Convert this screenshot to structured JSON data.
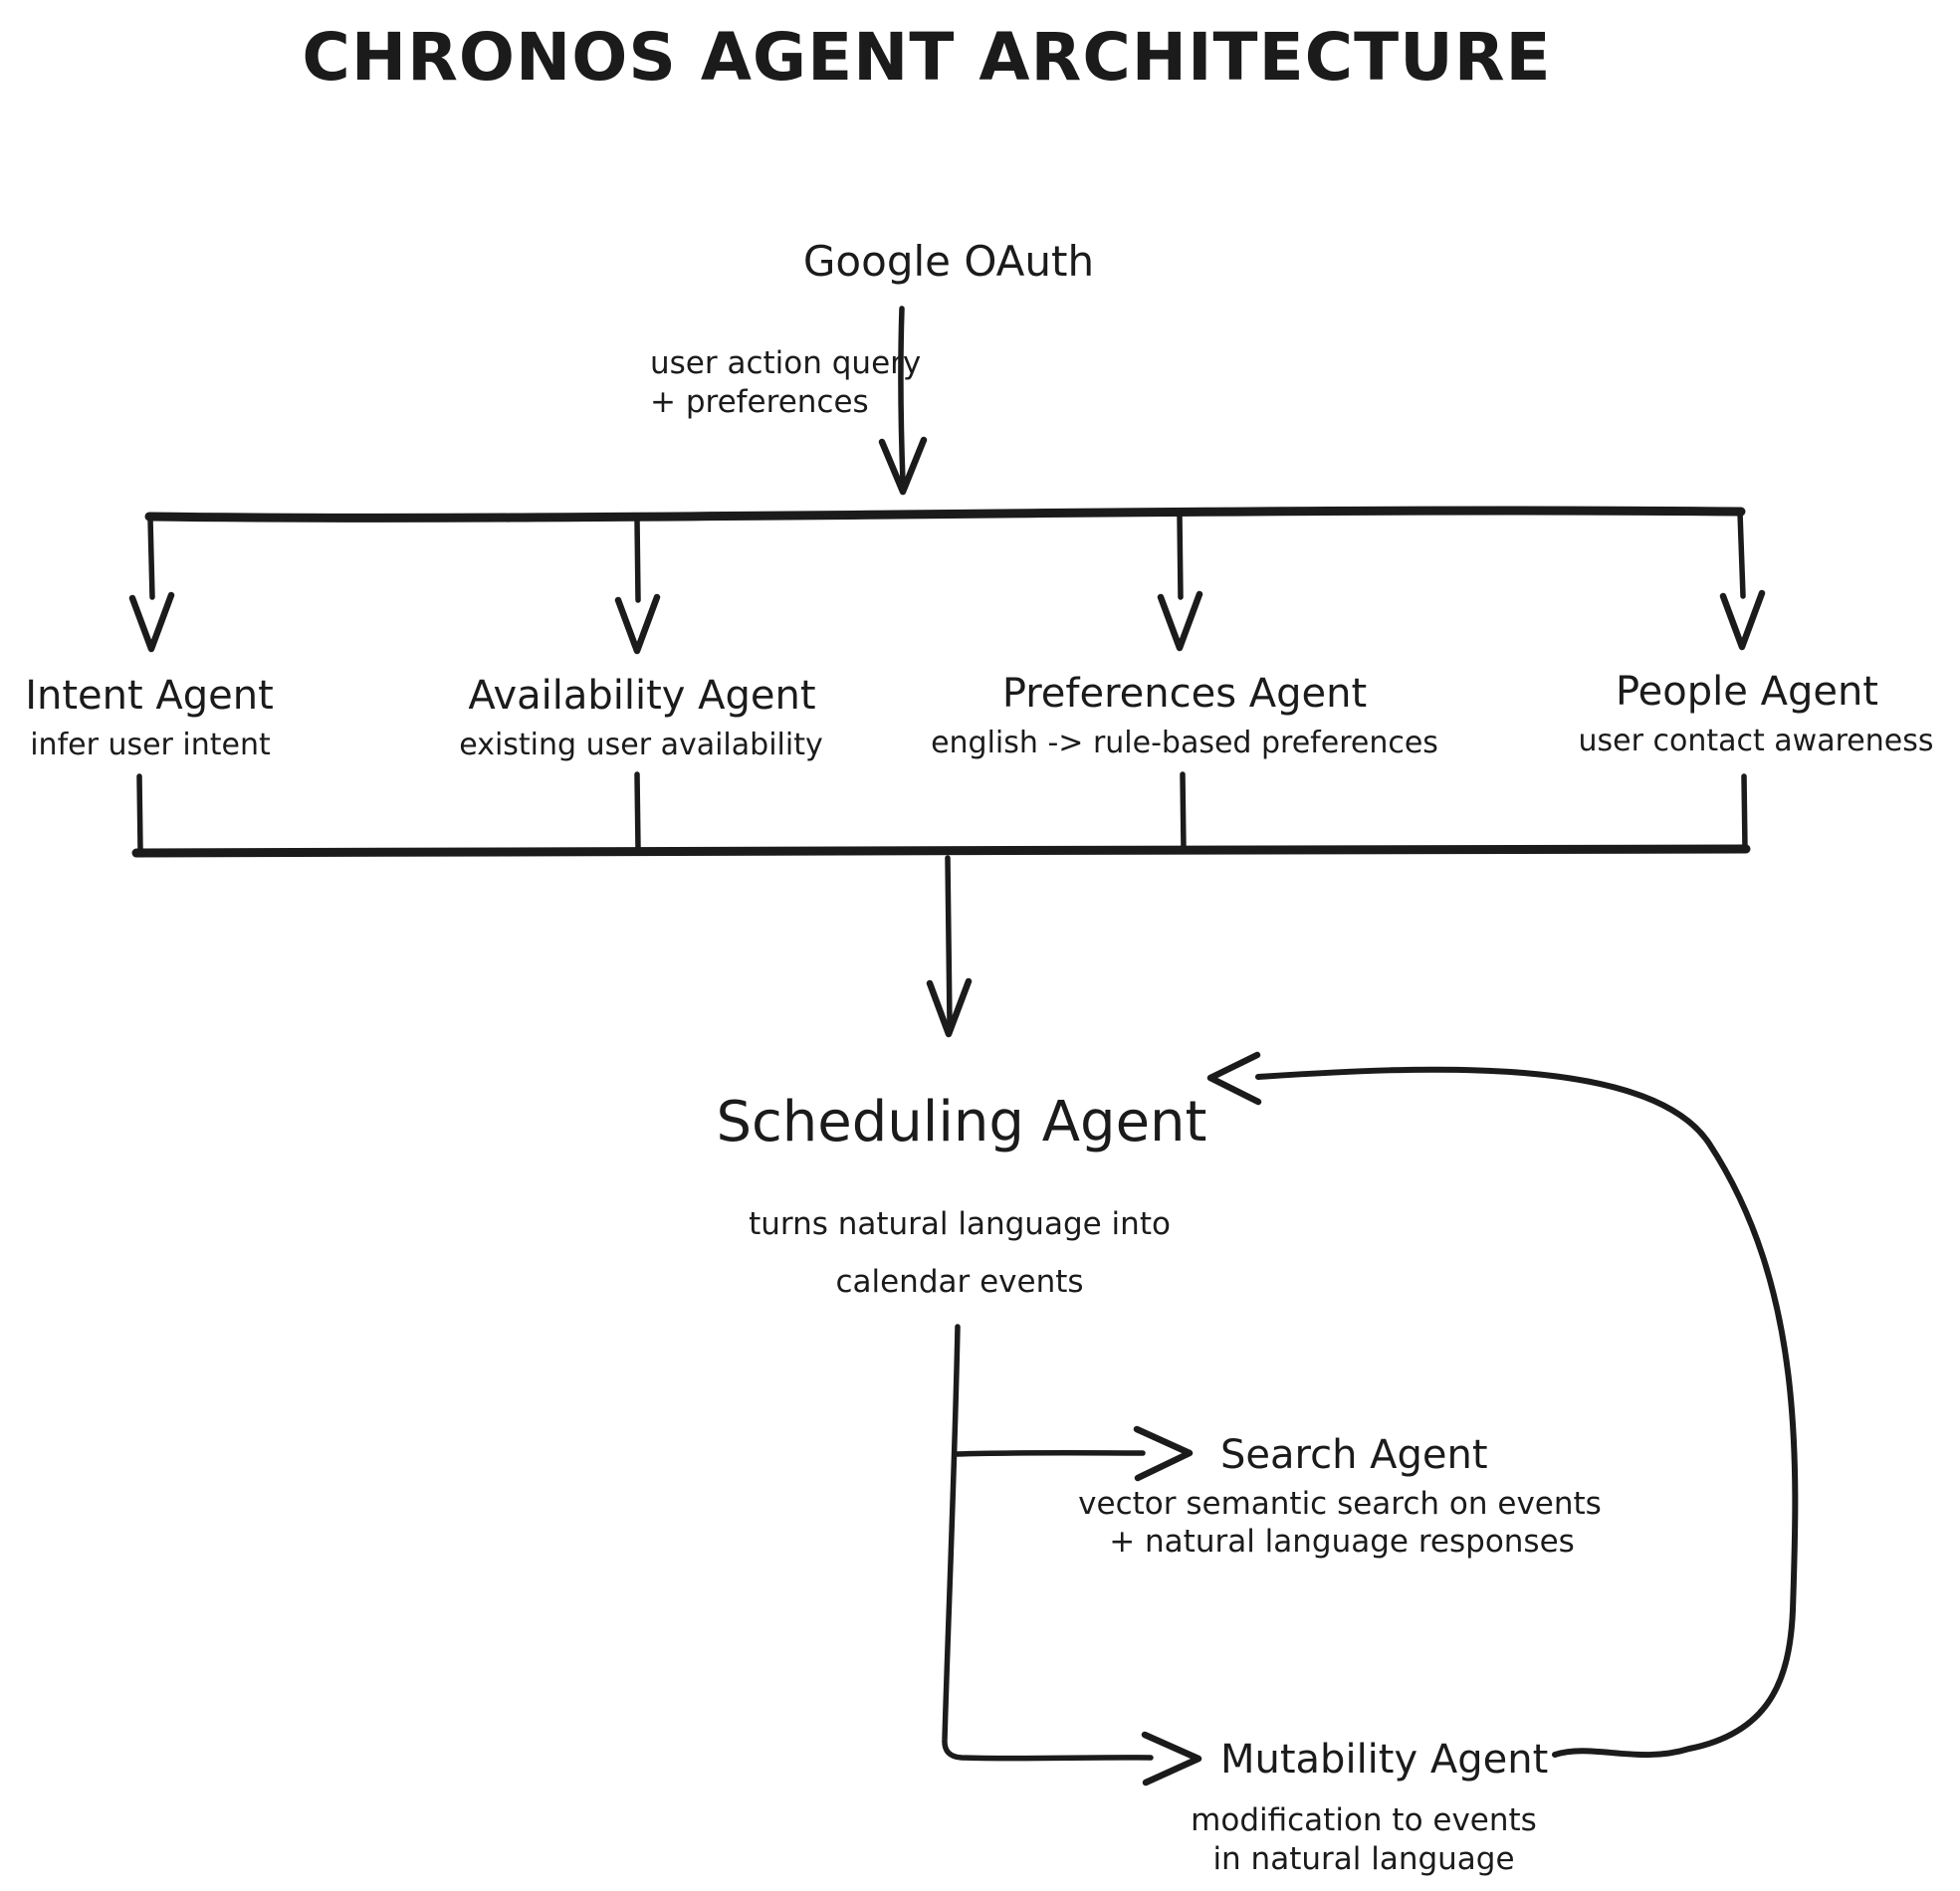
{
  "title": "CHRONOS AGENT ARCHITECTURE",
  "colors": {
    "ink": "#1b1b1b",
    "background": "#ffffff"
  },
  "oauth": {
    "label": "Google OAuth",
    "edge_label": {
      "line1": "user action query",
      "line2": "+ preferences"
    }
  },
  "agents": [
    {
      "id": "intent",
      "title": "Intent Agent",
      "subtitle": "infer user intent"
    },
    {
      "id": "availability",
      "title": "Availability Agent",
      "subtitle": "existing user availability"
    },
    {
      "id": "preferences",
      "title": "Preferences Agent",
      "subtitle": "english -> rule-based preferences"
    },
    {
      "id": "people",
      "title": "People Agent",
      "subtitle": "user contact awareness"
    }
  ],
  "scheduling": {
    "title": "Scheduling Agent",
    "subtitle": {
      "line1": "turns natural language into",
      "line2": "calendar events"
    }
  },
  "search": {
    "title": "Search Agent",
    "subtitle": {
      "line1": "vector semantic search on events",
      "line2": "+ natural language responses"
    }
  },
  "mutability": {
    "title": "Mutability Agent",
    "subtitle": {
      "line1": "modification to events",
      "line2": "in natural language"
    }
  }
}
